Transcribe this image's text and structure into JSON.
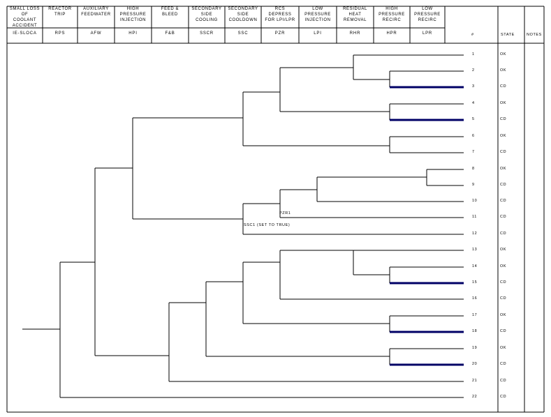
{
  "headers": [
    {
      "title": "SMALL LOSS OF\nCOOLANT\nACCIDENT",
      "abbr": "IE-SLOCA"
    },
    {
      "title": "REACTOR\nTRIP",
      "abbr": "RPS"
    },
    {
      "title": "AUXILIARY\nFEEDWATER",
      "abbr": "AFW"
    },
    {
      "title": "HIGH\nPRESSURE\nINJECTION",
      "abbr": "HPI"
    },
    {
      "title": "FEED &\nBLEED",
      "abbr": "F&B"
    },
    {
      "title": "SECONDARY\nSIDE\nCOOLING",
      "abbr": "SSCR"
    },
    {
      "title": "SECONDARY\nSIDE\nCOOLDOWN",
      "abbr": "SSC"
    },
    {
      "title": "RCS\nDEPRESS\nFOR LPI/LPR",
      "abbr": "PZR"
    },
    {
      "title": "LOW\nPRESSURE\nINJECTION",
      "abbr": "LPI"
    },
    {
      "title": "RESIDUAL\nHEAT\nREMOVAL",
      "abbr": "RHR"
    },
    {
      "title": "HIGH\nPRESSURE\nRECIRC",
      "abbr": "HPR"
    },
    {
      "title": "LOW\nPRESSURE\nRECIRC",
      "abbr": "LPR"
    }
  ],
  "col_seq": "#",
  "col_state": "STATE",
  "col_notes": "NOTES",
  "sequences": [
    {
      "n": "1",
      "state": "OK"
    },
    {
      "n": "2",
      "state": "OK"
    },
    {
      "n": "3",
      "state": "CD"
    },
    {
      "n": "4",
      "state": "OK"
    },
    {
      "n": "5",
      "state": "CD"
    },
    {
      "n": "6",
      "state": "OK"
    },
    {
      "n": "7",
      "state": "CD"
    },
    {
      "n": "8",
      "state": "OK"
    },
    {
      "n": "9",
      "state": "CD"
    },
    {
      "n": "10",
      "state": "CD"
    },
    {
      "n": "11",
      "state": "CD"
    },
    {
      "n": "12",
      "state": "CD"
    },
    {
      "n": "13",
      "state": "OK"
    },
    {
      "n": "14",
      "state": "OK"
    },
    {
      "n": "15",
      "state": "CD"
    },
    {
      "n": "16",
      "state": "CD"
    },
    {
      "n": "17",
      "state": "OK"
    },
    {
      "n": "18",
      "state": "CD"
    },
    {
      "n": "19",
      "state": "OK"
    },
    {
      "n": "20",
      "state": "CD"
    },
    {
      "n": "21",
      "state": "CD"
    },
    {
      "n": "22",
      "state": "CD"
    }
  ],
  "annotations": {
    "pzr1": "PZR1",
    "ssc1": "SSC1 (SET TO TRUE)"
  },
  "colors": {
    "line": "#000000",
    "highlight": "#000066"
  }
}
